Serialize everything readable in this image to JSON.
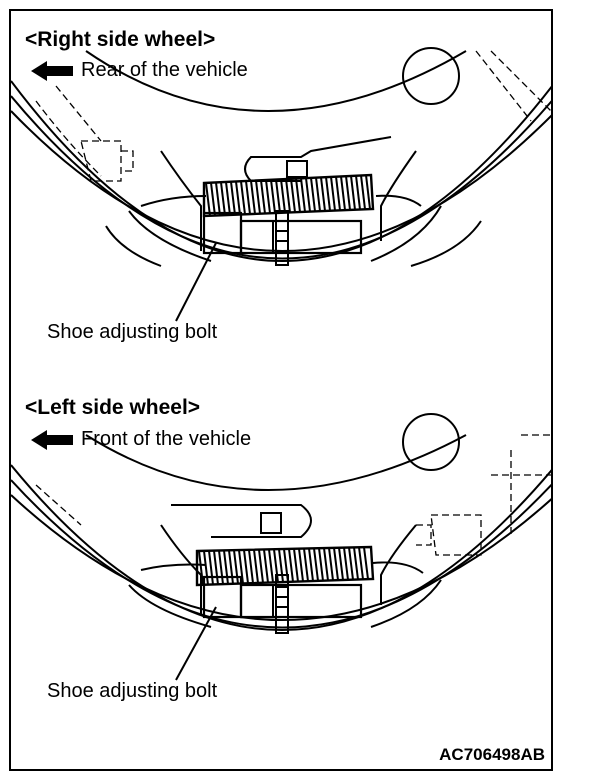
{
  "panels": [
    {
      "heading": "<Right side wheel>",
      "direction": "Rear of the vehicle",
      "callout": "Shoe adjusting bolt"
    },
    {
      "heading": "<Left side wheel>",
      "direction": "Front of the vehicle",
      "callout": "Shoe adjusting bolt"
    }
  ],
  "figure_code": "AC706498AB"
}
